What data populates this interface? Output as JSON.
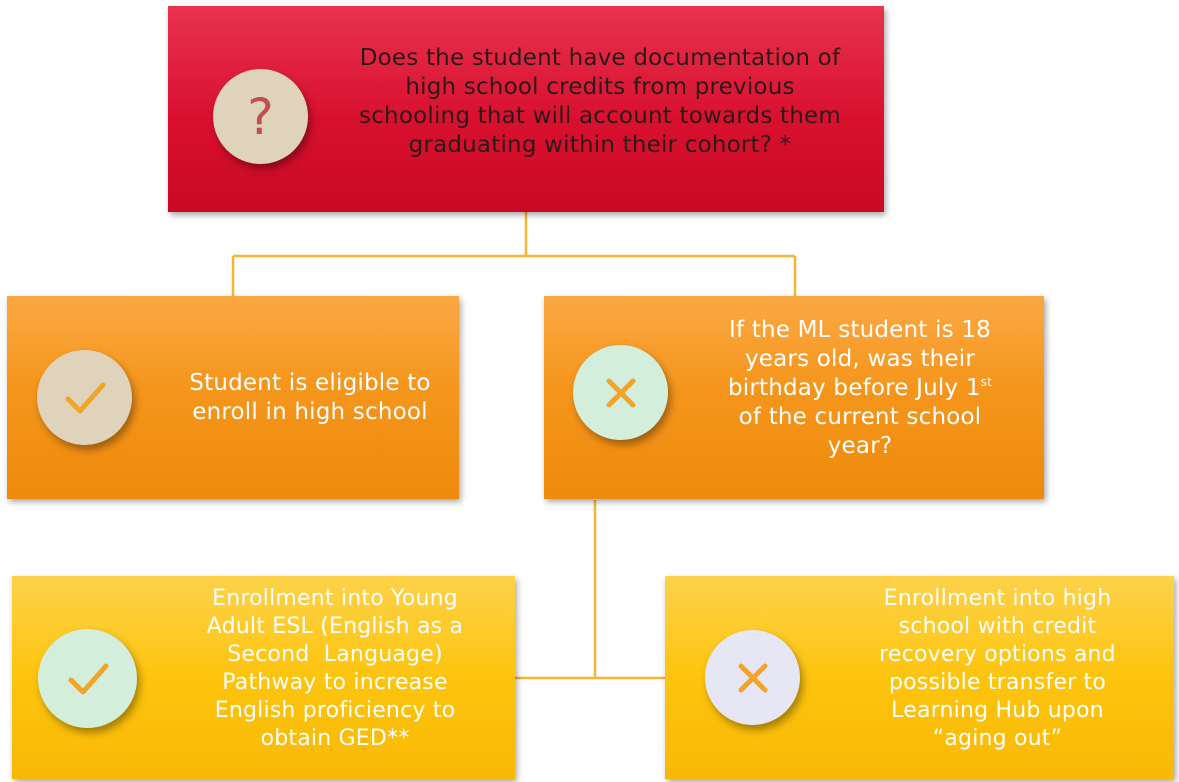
{
  "root": {
    "icon": "question-mark-icon",
    "lines": [
      "Does the student have documentation of",
      "high school credits from previous",
      "schooling that will account towards them",
      "graduating within their cohort? *"
    ]
  },
  "left_node": {
    "icon": "checkmark-icon",
    "lines": [
      "Student is eligible to",
      "enroll in high school"
    ]
  },
  "right_node": {
    "icon": "x-icon",
    "lines": [
      "If the ML student is 18",
      "years old, was their"
    ],
    "line3_main": "birthday before July 1",
    "line3_sup": "st",
    "lines_after": [
      "of the current school",
      "year?"
    ]
  },
  "yes_branch": {
    "icon": "checkmark-icon",
    "lines": [
      "Enrollment into Young",
      "Adult ESL (English as a",
      "Second  Language)",
      "Pathway to increase",
      "English proficiency to",
      "obtain GED**"
    ]
  },
  "no_branch": {
    "icon": "x-icon",
    "lines": [
      "Enrollment into high",
      "school with credit",
      "recovery options and",
      "possible transfer to",
      "Learning Hub upon",
      "“aging out”"
    ]
  },
  "colors": {
    "root_fill": "#d8102e",
    "level2_fill": "#f5961c",
    "level3_fill": "#fdc40e",
    "connector": "#f5b731",
    "icon_fill_tan": "#dfd3bb",
    "icon_fill_green": "#d3efdb",
    "icon_fill_blue": "#e7e6f5",
    "check_color": "#f0a52a",
    "x_color": "#f0a52a"
  }
}
